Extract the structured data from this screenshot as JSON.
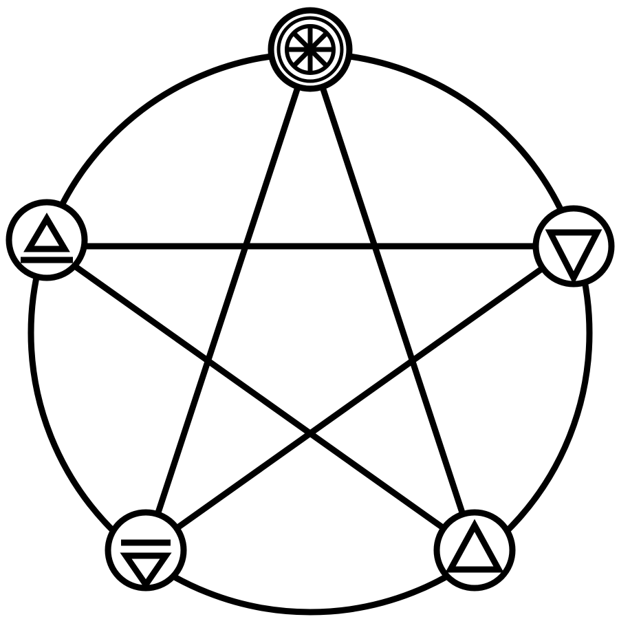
{
  "diagram": {
    "kind": "pentagram-in-circle",
    "colors": {
      "stroke": "#000000",
      "background": "#ffffff"
    },
    "nodes": [
      {
        "id": "spirit",
        "position": "top",
        "icon": "eight-spoked-wheel-icon"
      },
      {
        "id": "water",
        "position": "upper-right",
        "icon": "water-triangle-icon"
      },
      {
        "id": "fire",
        "position": "lower-right",
        "icon": "fire-triangle-icon"
      },
      {
        "id": "earth",
        "position": "lower-left",
        "icon": "earth-triangle-icon"
      },
      {
        "id": "air",
        "position": "upper-left",
        "icon": "air-triangle-icon"
      }
    ],
    "edges": [
      [
        "spirit",
        "fire"
      ],
      [
        "spirit",
        "earth"
      ],
      [
        "air",
        "water"
      ],
      [
        "air",
        "fire"
      ],
      [
        "water",
        "earth"
      ]
    ]
  }
}
